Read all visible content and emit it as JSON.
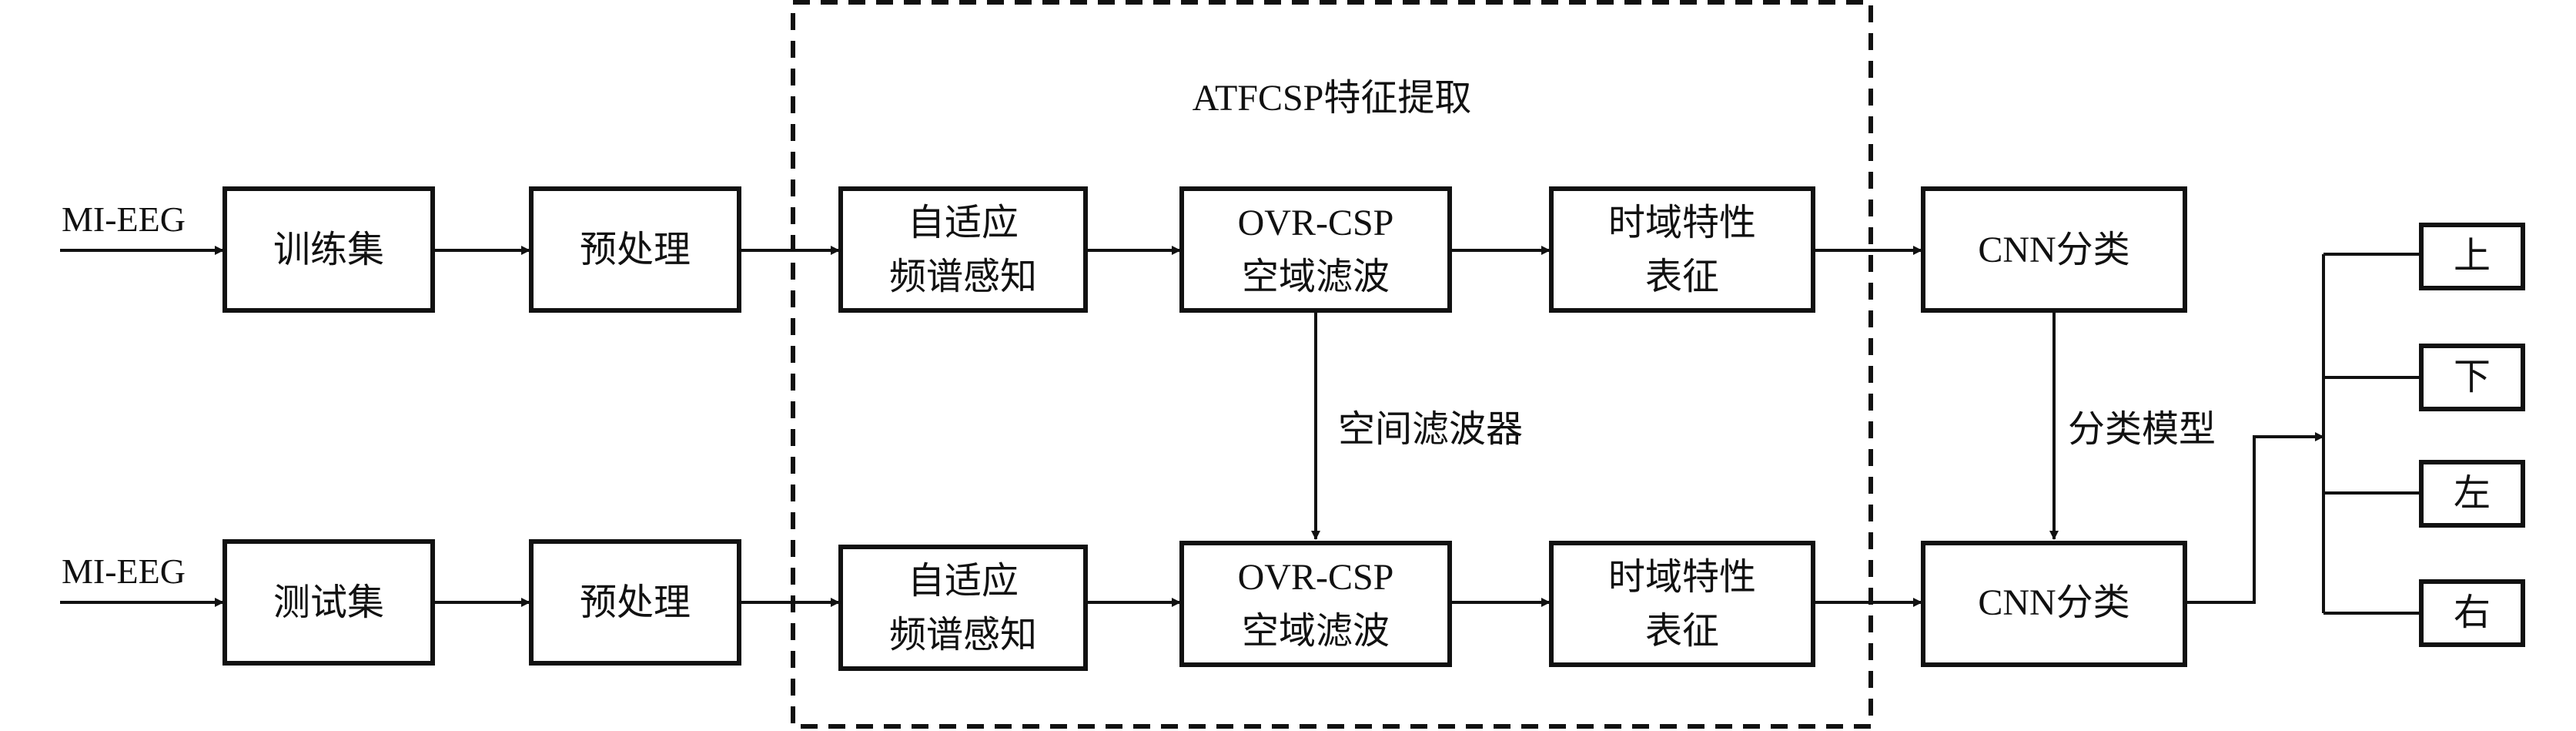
{
  "module": {
    "title": "ATFCSP特征提取"
  },
  "inputs": {
    "train": "MI-EEG",
    "test": "MI-EEG"
  },
  "top_row": {
    "dataset": "训练集",
    "preprocess": "预处理",
    "adaptive": [
      "自适应",
      "频谱感知"
    ],
    "csp": [
      "OVR-CSP",
      "空域滤波"
    ],
    "temporal": [
      "时域特性",
      "表征"
    ],
    "classify": "CNN分类"
  },
  "bottom_row": {
    "dataset": "测试集",
    "preprocess": "预处理",
    "adaptive": [
      "自适应",
      "频谱感知"
    ],
    "csp": [
      "OVR-CSP",
      "空域滤波"
    ],
    "temporal": [
      "时域特性",
      "表征"
    ],
    "classify": "CNN分类"
  },
  "links": {
    "spatial_filter": "空间滤波器",
    "model": "分类模型"
  },
  "outputs": [
    "上",
    "下",
    "左",
    "右"
  ]
}
